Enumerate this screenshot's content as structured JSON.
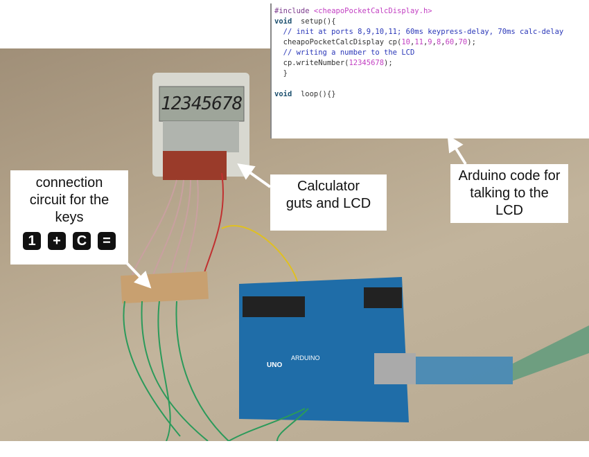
{
  "code": {
    "lines": [
      [
        [
          "pp",
          "#include "
        ],
        [
          "str",
          "<cheapoPocketCalcDisplay.h>"
        ]
      ],
      [
        [
          "kw",
          "void"
        ],
        [
          "",
          "  setup(){"
        ]
      ],
      [
        [
          "cm",
          "  // init at ports 8,9,10,11; 60ms keypress-delay, 70ms calc-delay"
        ]
      ],
      [
        [
          "",
          "  cheapoPocketCalcDisplay cp("
        ],
        [
          "num",
          "10"
        ],
        [
          "",
          ","
        ],
        [
          "num",
          "11"
        ],
        [
          "",
          ","
        ],
        [
          "num",
          "9"
        ],
        [
          "",
          ","
        ],
        [
          "num",
          "8"
        ],
        [
          "",
          ","
        ],
        [
          "num",
          "60"
        ],
        [
          "",
          ","
        ],
        [
          "num",
          "70"
        ],
        [
          "",
          ");"
        ]
      ],
      [
        [
          "cm",
          "  // writing a number to the LCD"
        ]
      ],
      [
        [
          "",
          "  cp.writeNumber("
        ],
        [
          "num",
          "12345678"
        ],
        [
          "",
          ");"
        ]
      ],
      [
        [
          "",
          "  }"
        ]
      ],
      [
        [
          "",
          ""
        ]
      ],
      [
        [
          "kw",
          "void"
        ],
        [
          "",
          "  loop(){}"
        ]
      ]
    ]
  },
  "lcd_display": "12345678",
  "labels": {
    "keys_circuit": "connection circuit for the keys",
    "calc_guts": "Calculator guts and LCD",
    "arduino_code": "Arduino code for talking to the LCD"
  },
  "keys": [
    "1",
    "+",
    "C",
    "="
  ],
  "board": {
    "name": "ARDUINO",
    "model": "UNO"
  }
}
